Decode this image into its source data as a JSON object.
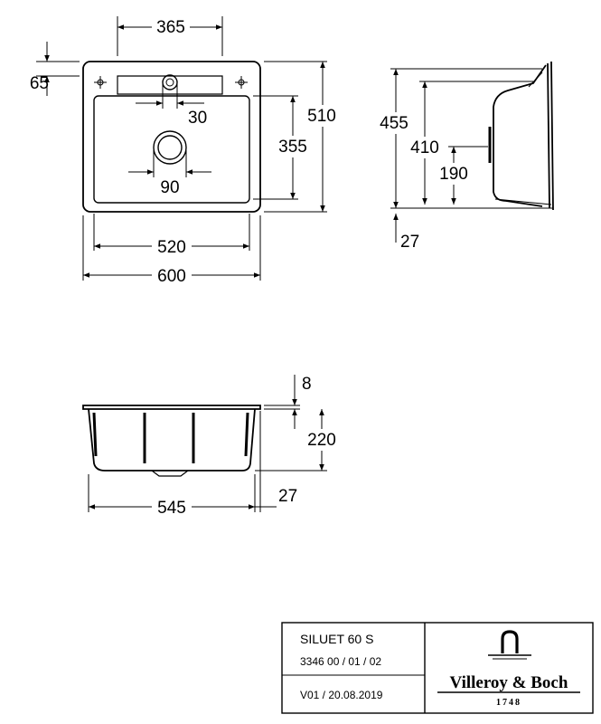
{
  "dimensions": {
    "top_width": "365",
    "top_offset": "65",
    "tap_hole": "30",
    "outer_height": "510",
    "bowl_height": "355",
    "drain": "90",
    "bowl_width": "520",
    "outer_width": "600",
    "side_height": "455",
    "side_depth": "410",
    "side_drain": "190",
    "side_base": "27",
    "rim_thickness": "8",
    "bowl_depth": "220",
    "front_width": "545",
    "front_offset": "27"
  },
  "title_block": {
    "model": "SILUET 60 S",
    "article": "3346 00 / 01 / 02",
    "version": "V01 / 20.08.2019",
    "brand": "Villeroy & Boch",
    "year": "1748"
  }
}
